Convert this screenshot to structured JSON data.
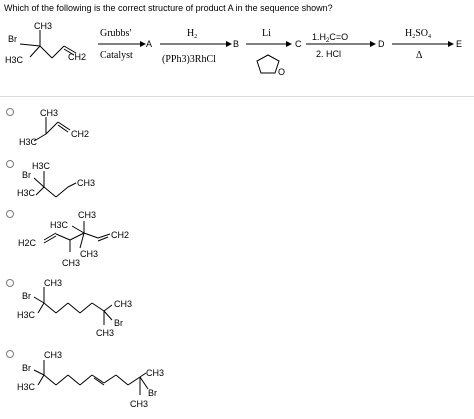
{
  "question": "Which of the following is the correct structure of product A in the sequence shown?",
  "scheme": {
    "start_labels": {
      "br": "Br",
      "ch3": "CH3",
      "h3c": "H3C",
      "ch2": "CH2"
    },
    "step1": {
      "above": "Grubbs'",
      "below": "Catalyst",
      "product": "A"
    },
    "step2": {
      "above_main": "H",
      "above_sub": "2",
      "below": "(PPh3)3RhCl",
      "product": "B"
    },
    "step3": {
      "above": "Li",
      "product": "C"
    },
    "step4": {
      "line1_pre": "1.H",
      "line1_sub": "2",
      "line1_post": "C=O",
      "line2": "2. HCl",
      "product": "D"
    },
    "step5": {
      "above_main": "H",
      "above_sub1": "2",
      "above_mid": "SO",
      "above_sub2": "4",
      "below": "Δ",
      "product": "E"
    }
  },
  "options": [
    {
      "id": "opt-1",
      "labels": {
        "ch3": "CH3",
        "h3c": "H3C",
        "ch2": "CH2"
      }
    },
    {
      "id": "opt-2",
      "labels": {
        "br": "Br",
        "h3c_top": "H3C",
        "h3c": "H3C",
        "ch3": "CH3"
      }
    },
    {
      "id": "opt-3",
      "labels": {
        "ch3_top": "CH3",
        "h3c": "H3C",
        "ch2_r": "CH2",
        "h2c": "H2C",
        "ch3_mid": "CH3",
        "ch3_bot": "CH3"
      }
    },
    {
      "id": "opt-4",
      "labels": {
        "ch3_top": "CH3",
        "br": "Br",
        "h3c": "H3C",
        "ch3_r": "CH3",
        "br_r": "Br",
        "ch3_bot": "CH3"
      }
    },
    {
      "id": "opt-5",
      "labels": {
        "ch3_top": "CH3",
        "br": "Br",
        "h3c": "H3C",
        "ch3_r": "CH3",
        "br_r": "Br",
        "ch3_bot": "CH3"
      }
    }
  ]
}
